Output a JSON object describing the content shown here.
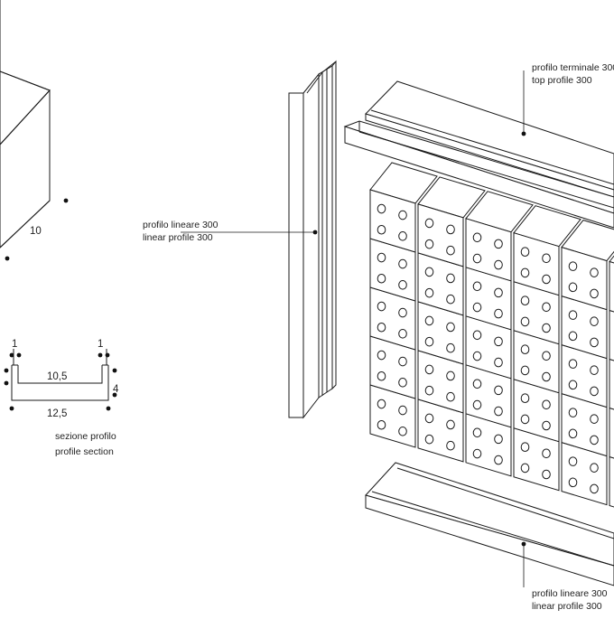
{
  "labels": {
    "top_profile_it": "profilo terminale 300",
    "top_profile_en": "top profile 300",
    "linear_profile_it": "profilo lineare 300",
    "linear_profile_en": "linear profile 300",
    "bottom_profile_it": "profilo lineare 300",
    "bottom_profile_en": "linear profile 300",
    "section_it": "sezione profilo",
    "section_en": "profile section"
  },
  "dimensions": {
    "block_depth": "10",
    "flange_left": "1",
    "flange_right": "1",
    "inner_width": "10,5",
    "height": "4",
    "outer_width": "12,5"
  },
  "colors": {
    "line": "#1a1a1a",
    "fill": "#ffffff"
  }
}
